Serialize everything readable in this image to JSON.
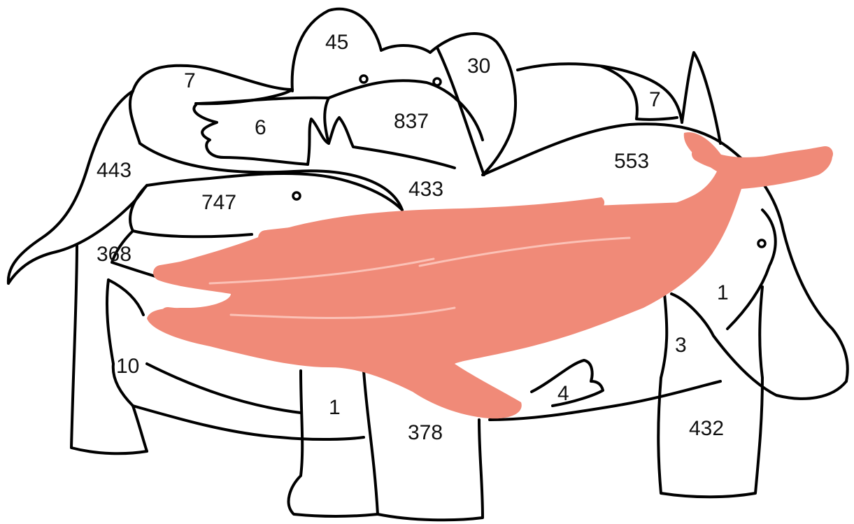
{
  "regions": [
    {
      "id": "45",
      "label": "45"
    },
    {
      "id": "30",
      "label": "30"
    },
    {
      "id": "7-left",
      "label": "7"
    },
    {
      "id": "837",
      "label": "837"
    },
    {
      "id": "6",
      "label": "6"
    },
    {
      "id": "7-right",
      "label": "7"
    },
    {
      "id": "553",
      "label": "553"
    },
    {
      "id": "443",
      "label": "443"
    },
    {
      "id": "747",
      "label": "747"
    },
    {
      "id": "433",
      "label": "433"
    },
    {
      "id": "368",
      "label": "368"
    },
    {
      "id": "1-right",
      "label": "1"
    },
    {
      "id": "3",
      "label": "3"
    },
    {
      "id": "10",
      "label": "10"
    },
    {
      "id": "1-bottom",
      "label": "1"
    },
    {
      "id": "4",
      "label": "4"
    },
    {
      "id": "378",
      "label": "378"
    },
    {
      "id": "432",
      "label": "432"
    }
  ],
  "colors": {
    "outline": "#000000",
    "highlight": "#f08a78",
    "background": "#ffffff"
  },
  "highlighted_shape": "whale"
}
